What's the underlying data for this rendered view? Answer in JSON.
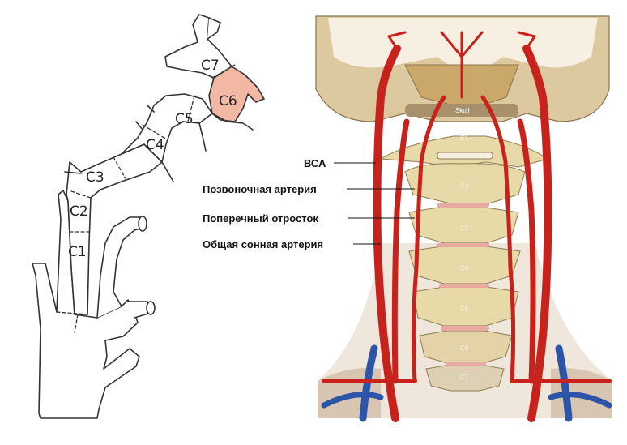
{
  "left_diagram": {
    "segments": [
      "C1",
      "C2",
      "C3",
      "C4",
      "C5",
      "C6",
      "C7"
    ],
    "highlight_color": "#f2b8a4"
  },
  "right_illustration": {
    "skull_label": "Skull",
    "vertebrae": [
      "C1",
      "C2",
      "C3",
      "C4",
      "C5",
      "C6",
      "C7"
    ],
    "callouts": [
      "ВСА",
      "Позвоночная артерия",
      "Поперечный отросток",
      "Общая сонная артерия"
    ],
    "colors": {
      "artery": "#c8221c",
      "vein": "#2c55a8",
      "bone": "#e8d9a8"
    }
  }
}
